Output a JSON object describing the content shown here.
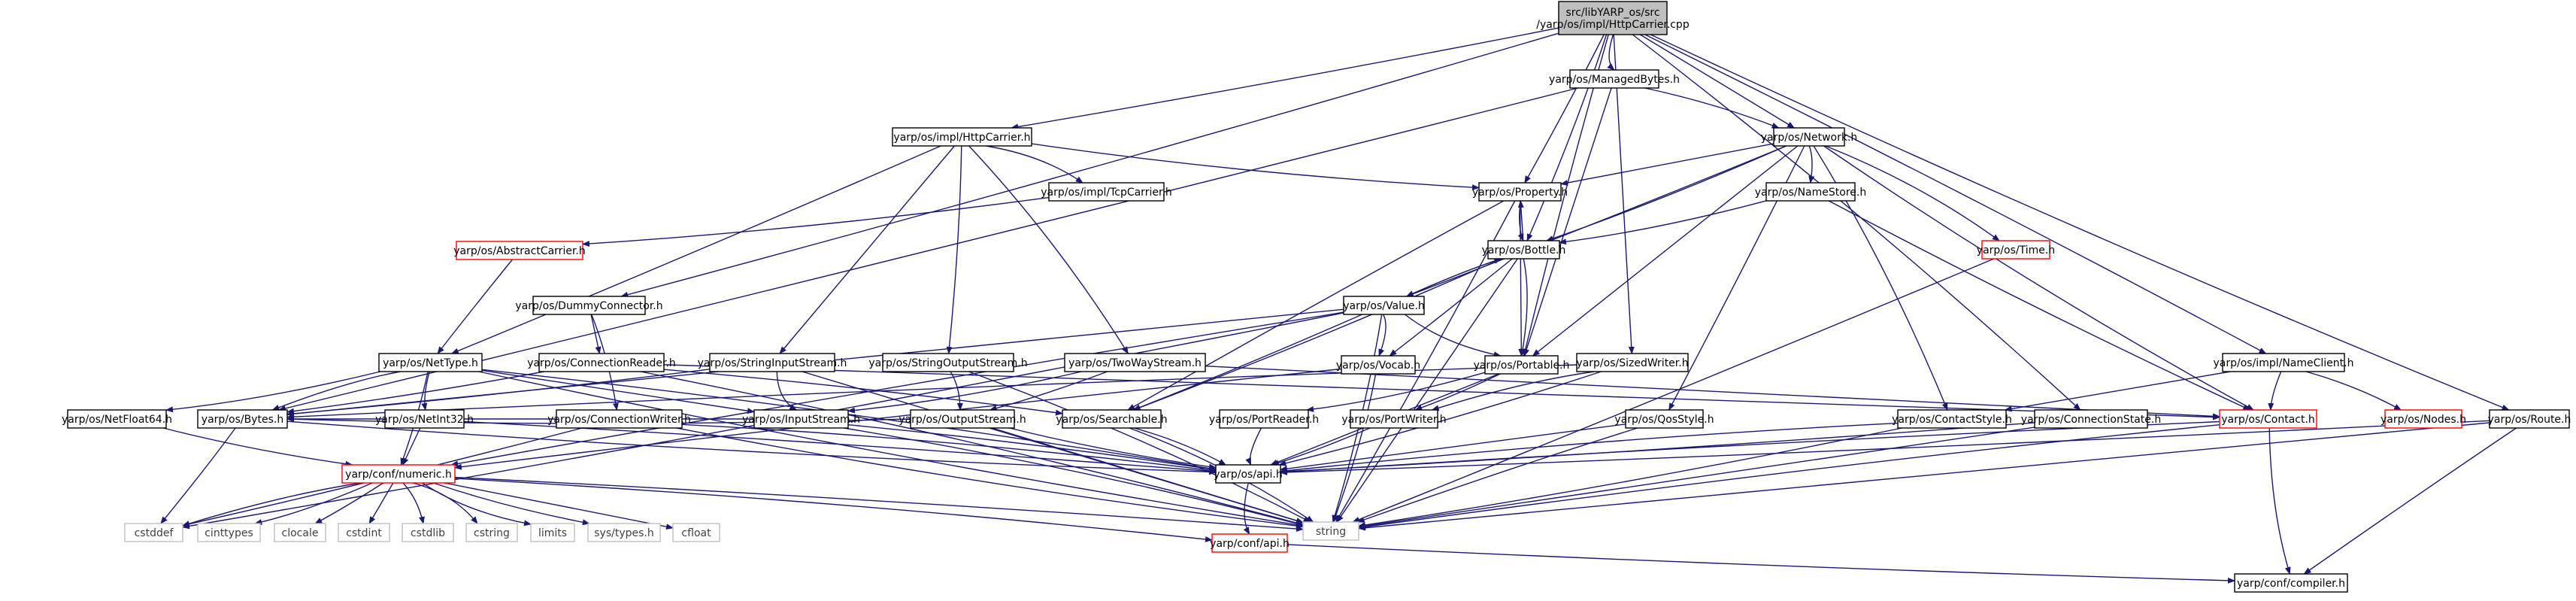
{
  "title": "src/libYARP_os/src/yarp/os/impl/HttpCarrier.cpp",
  "colors": {
    "edge": "#191970",
    "root_fill": "#bfbfbf",
    "missing_border": "#ff0000",
    "system_border": "#bfbfbf"
  },
  "nodes": [
    {
      "id": "root",
      "label": [
        "src/libYARP_os/src",
        "/yarp/os/impl/HttpCarrier.cpp"
      ],
      "kind": "root"
    },
    {
      "id": "managedbytes",
      "label": [
        "yarp/os/ManagedBytes.h"
      ],
      "kind": "normal"
    },
    {
      "id": "implhttp",
      "label": [
        "yarp/os/impl/HttpCarrier.h"
      ],
      "kind": "normal"
    },
    {
      "id": "network",
      "label": [
        "yarp/os/Network.h"
      ],
      "kind": "normal"
    },
    {
      "id": "tcpcarrier",
      "label": [
        "yarp/os/impl/TcpCarrier.h"
      ],
      "kind": "normal"
    },
    {
      "id": "property",
      "label": [
        "yarp/os/Property.h"
      ],
      "kind": "normal"
    },
    {
      "id": "namestore",
      "label": [
        "yarp/os/NameStore.h"
      ],
      "kind": "normal"
    },
    {
      "id": "abstractcarrier",
      "label": [
        "yarp/os/AbstractCarrier.h"
      ],
      "kind": "red"
    },
    {
      "id": "bottle",
      "label": [
        "yarp/os/Bottle.h"
      ],
      "kind": "normal"
    },
    {
      "id": "time",
      "label": [
        "yarp/os/Time.h"
      ],
      "kind": "red"
    },
    {
      "id": "dummyconnector",
      "label": [
        "yarp/os/DummyConnector.h"
      ],
      "kind": "normal"
    },
    {
      "id": "value",
      "label": [
        "yarp/os/Value.h"
      ],
      "kind": "normal"
    },
    {
      "id": "nettype",
      "label": [
        "yarp/os/NetType.h"
      ],
      "kind": "normal"
    },
    {
      "id": "connectionreader",
      "label": [
        "yarp/os/ConnectionReader.h"
      ],
      "kind": "normal"
    },
    {
      "id": "stringinputstream",
      "label": [
        "yarp/os/StringInputStream.h"
      ],
      "kind": "normal"
    },
    {
      "id": "stringoutputstream",
      "label": [
        "yarp/os/StringOutputStream.h"
      ],
      "kind": "normal"
    },
    {
      "id": "twowaystream",
      "label": [
        "yarp/os/TwoWayStream.h"
      ],
      "kind": "normal"
    },
    {
      "id": "vocab",
      "label": [
        "yarp/os/Vocab.h"
      ],
      "kind": "normal"
    },
    {
      "id": "portable",
      "label": [
        "yarp/os/Portable.h"
      ],
      "kind": "normal"
    },
    {
      "id": "sizedwriter",
      "label": [
        "yarp/os/SizedWriter.h"
      ],
      "kind": "normal"
    },
    {
      "id": "nameclient",
      "label": [
        "yarp/os/impl/NameClient.h"
      ],
      "kind": "normal"
    },
    {
      "id": "bytes",
      "label": [
        "yarp/os/Bytes.h"
      ],
      "kind": "normal"
    },
    {
      "id": "netfloat64",
      "label": [
        "yarp/os/NetFloat64.h"
      ],
      "kind": "normal"
    },
    {
      "id": "netint32",
      "label": [
        "yarp/os/NetInt32.h"
      ],
      "kind": "normal"
    },
    {
      "id": "connectionwriter",
      "label": [
        "yarp/os/ConnectionWriter.h"
      ],
      "kind": "normal"
    },
    {
      "id": "inputstream",
      "label": [
        "yarp/os/InputStream.h"
      ],
      "kind": "normal"
    },
    {
      "id": "outputstream",
      "label": [
        "yarp/os/OutputStream.h"
      ],
      "kind": "normal"
    },
    {
      "id": "searchable",
      "label": [
        "yarp/os/Searchable.h"
      ],
      "kind": "normal"
    },
    {
      "id": "portreader",
      "label": [
        "yarp/os/PortReader.h"
      ],
      "kind": "normal"
    },
    {
      "id": "portwriter",
      "label": [
        "yarp/os/PortWriter.h"
      ],
      "kind": "normal"
    },
    {
      "id": "qosstyle",
      "label": [
        "yarp/os/QosStyle.h"
      ],
      "kind": "normal"
    },
    {
      "id": "contactstyle",
      "label": [
        "yarp/os/ContactStyle.h"
      ],
      "kind": "normal"
    },
    {
      "id": "connectionstate",
      "label": [
        "yarp/os/ConnectionState.h"
      ],
      "kind": "normal"
    },
    {
      "id": "contact",
      "label": [
        "yarp/os/Contact.h"
      ],
      "kind": "red"
    },
    {
      "id": "nodes",
      "label": [
        "yarp/os/Nodes.h"
      ],
      "kind": "red"
    },
    {
      "id": "route",
      "label": [
        "yarp/os/Route.h"
      ],
      "kind": "normal"
    },
    {
      "id": "numeric",
      "label": [
        "yarp/conf/numeric.h"
      ],
      "kind": "red"
    },
    {
      "id": "osapi",
      "label": [
        "yarp/os/api.h"
      ],
      "kind": "normal"
    },
    {
      "id": "confapi",
      "label": [
        "yarp/conf/api.h"
      ],
      "kind": "red"
    },
    {
      "id": "compiler",
      "label": [
        "yarp/conf/compiler.h"
      ],
      "kind": "normal"
    },
    {
      "id": "string",
      "label": [
        "string"
      ],
      "kind": "grey"
    },
    {
      "id": "cstddef",
      "label": [
        "cstddef"
      ],
      "kind": "grey"
    },
    {
      "id": "cinttypes",
      "label": [
        "cinttypes"
      ],
      "kind": "grey"
    },
    {
      "id": "clocale",
      "label": [
        "clocale"
      ],
      "kind": "grey"
    },
    {
      "id": "cstdint",
      "label": [
        "cstdint"
      ],
      "kind": "grey"
    },
    {
      "id": "cstdlib",
      "label": [
        "cstdlib"
      ],
      "kind": "grey"
    },
    {
      "id": "cstring",
      "label": [
        "cstring"
      ],
      "kind": "grey"
    },
    {
      "id": "limits",
      "label": [
        "limits"
      ],
      "kind": "grey"
    },
    {
      "id": "systypes",
      "label": [
        "sys/types.h"
      ],
      "kind": "grey"
    },
    {
      "id": "cfloat",
      "label": [
        "cfloat"
      ],
      "kind": "grey"
    }
  ],
  "edges": [
    [
      "root",
      "managedbytes"
    ],
    [
      "root",
      "implhttp"
    ],
    [
      "root",
      "network"
    ],
    [
      "root",
      "property"
    ],
    [
      "root",
      "bottle"
    ],
    [
      "root",
      "dummyconnector"
    ],
    [
      "root",
      "portable"
    ],
    [
      "root",
      "sizedwriter"
    ],
    [
      "root",
      "nameclient"
    ],
    [
      "root",
      "connectionstate"
    ],
    [
      "root",
      "route"
    ],
    [
      "managedbytes",
      "bytes"
    ],
    [
      "managedbytes",
      "portable"
    ],
    [
      "managedbytes",
      "network"
    ],
    [
      "implhttp",
      "tcpcarrier"
    ],
    [
      "implhttp",
      "property"
    ],
    [
      "implhttp",
      "nettype"
    ],
    [
      "implhttp",
      "stringinputstream"
    ],
    [
      "implhttp",
      "stringoutputstream"
    ],
    [
      "implhttp",
      "twowaystream"
    ],
    [
      "tcpcarrier",
      "abstractcarrier"
    ],
    [
      "abstractcarrier",
      "nettype"
    ],
    [
      "network",
      "property"
    ],
    [
      "network",
      "namestore"
    ],
    [
      "network",
      "time"
    ],
    [
      "network",
      "bottle"
    ],
    [
      "network",
      "value"
    ],
    [
      "network",
      "portable"
    ],
    [
      "network",
      "qosstyle"
    ],
    [
      "network",
      "contactstyle"
    ],
    [
      "network",
      "contact"
    ],
    [
      "property",
      "bottle"
    ],
    [
      "property",
      "portable"
    ],
    [
      "property",
      "searchable"
    ],
    [
      "property",
      "string"
    ],
    [
      "namestore",
      "bottle"
    ],
    [
      "namestore",
      "contact"
    ],
    [
      "bottle",
      "property"
    ],
    [
      "bottle",
      "value"
    ],
    [
      "bottle",
      "portable"
    ],
    [
      "bottle",
      "searchable"
    ],
    [
      "bottle",
      "vocab"
    ],
    [
      "bottle",
      "string"
    ],
    [
      "value",
      "bottle"
    ],
    [
      "value",
      "vocab"
    ],
    [
      "value",
      "portable"
    ],
    [
      "value",
      "searchable"
    ],
    [
      "value",
      "bytes"
    ],
    [
      "value",
      "numeric"
    ],
    [
      "value",
      "string"
    ],
    [
      "value",
      "cstddef"
    ],
    [
      "time",
      "string"
    ],
    [
      "dummyconnector",
      "connectionreader"
    ],
    [
      "dummyconnector",
      "connectionwriter"
    ],
    [
      "nettype",
      "bytes"
    ],
    [
      "nettype",
      "netfloat64"
    ],
    [
      "nettype",
      "netint32"
    ],
    [
      "nettype",
      "inputstream"
    ],
    [
      "nettype",
      "numeric"
    ],
    [
      "nettype",
      "osapi"
    ],
    [
      "nettype",
      "string"
    ],
    [
      "connectionreader",
      "bytes"
    ],
    [
      "connectionreader",
      "contact"
    ],
    [
      "connectionreader",
      "searchable"
    ],
    [
      "connectionreader",
      "string"
    ],
    [
      "stringinputstream",
      "inputstream"
    ],
    [
      "stringinputstream",
      "bytes"
    ],
    [
      "stringinputstream",
      "string"
    ],
    [
      "stringoutputstream",
      "outputstream"
    ],
    [
      "stringoutputstream",
      "string"
    ],
    [
      "twowaystream",
      "inputstream"
    ],
    [
      "twowaystream",
      "outputstream"
    ],
    [
      "twowaystream",
      "contact"
    ],
    [
      "vocab",
      "numeric"
    ],
    [
      "vocab",
      "string"
    ],
    [
      "portable",
      "portreader"
    ],
    [
      "portable",
      "portwriter"
    ],
    [
      "portable",
      "osapi"
    ],
    [
      "sizedwriter",
      "bytes"
    ],
    [
      "sizedwriter",
      "portwriter"
    ],
    [
      "sizedwriter",
      "osapi"
    ],
    [
      "nameclient",
      "contact"
    ],
    [
      "nameclient",
      "contactstyle"
    ],
    [
      "nameclient",
      "nodes"
    ],
    [
      "bytes",
      "cstddef"
    ],
    [
      "bytes",
      "osapi"
    ],
    [
      "netfloat64",
      "numeric"
    ],
    [
      "netint32",
      "numeric"
    ],
    [
      "netint32",
      "osapi"
    ],
    [
      "connectionwriter",
      "osapi"
    ],
    [
      "connectionwriter",
      "string"
    ],
    [
      "connectionwriter",
      "cstddef"
    ],
    [
      "inputstream",
      "bytes"
    ],
    [
      "inputstream",
      "osapi"
    ],
    [
      "inputstream",
      "string"
    ],
    [
      "outputstream",
      "bytes"
    ],
    [
      "outputstream",
      "osapi"
    ],
    [
      "outputstream",
      "string"
    ],
    [
      "searchable",
      "osapi"
    ],
    [
      "searchable",
      "string"
    ],
    [
      "portreader",
      "osapi"
    ],
    [
      "portwriter",
      "osapi"
    ],
    [
      "qosstyle",
      "osapi"
    ],
    [
      "qosstyle",
      "string"
    ],
    [
      "contactstyle",
      "osapi"
    ],
    [
      "contactstyle",
      "string"
    ],
    [
      "connectionstate",
      "osapi"
    ],
    [
      "connectionstate",
      "string"
    ],
    [
      "contact",
      "osapi"
    ],
    [
      "contact",
      "string"
    ],
    [
      "contact",
      "compiler"
    ],
    [
      "route",
      "osapi"
    ],
    [
      "route",
      "string"
    ],
    [
      "route",
      "compiler"
    ],
    [
      "numeric",
      "cstddef"
    ],
    [
      "numeric",
      "cinttypes"
    ],
    [
      "numeric",
      "clocale"
    ],
    [
      "numeric",
      "cstdint"
    ],
    [
      "numeric",
      "cstdlib"
    ],
    [
      "numeric",
      "cstring"
    ],
    [
      "numeric",
      "limits"
    ],
    [
      "numeric",
      "systypes"
    ],
    [
      "numeric",
      "cfloat"
    ],
    [
      "numeric",
      "string"
    ],
    [
      "numeric",
      "confapi"
    ],
    [
      "osapi",
      "confapi"
    ],
    [
      "confapi",
      "compiler"
    ]
  ]
}
